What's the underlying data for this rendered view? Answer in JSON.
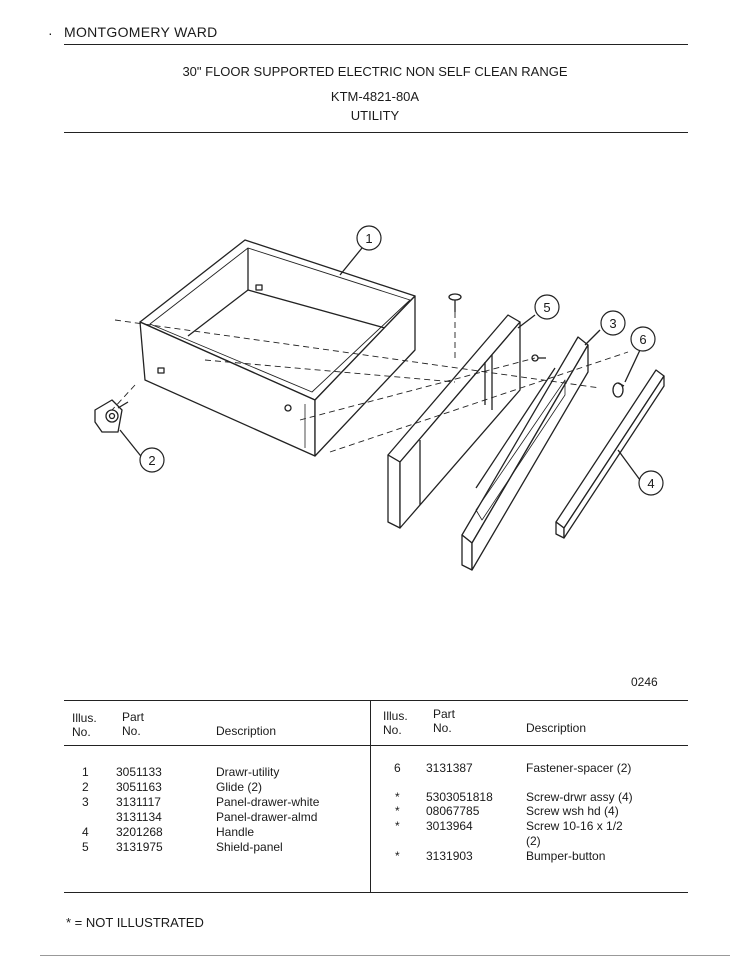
{
  "header": {
    "brand": "MONTGOMERY WARD",
    "title": "30\" FLOOR SUPPORTED ELECTRIC NON SELF CLEAN RANGE",
    "model": "KTM-4821-80A",
    "section": "UTILITY"
  },
  "diagram": {
    "callouts": [
      "1",
      "2",
      "3",
      "4",
      "5",
      "6"
    ],
    "code": "0246"
  },
  "table": {
    "left_headers": {
      "illus": "Illus.",
      "illus2": "No.",
      "part": "Part",
      "part2": "No.",
      "desc": "Description"
    },
    "right_headers": {
      "illus": "Illus.",
      "illus2": "No.",
      "part": "Part",
      "part2": "No.",
      "desc": "Description"
    },
    "left_rows": [
      {
        "illus": "1",
        "part": "3051133",
        "desc": "Drawr-utility"
      },
      {
        "illus": "2",
        "part": "3051163",
        "desc": "Glide (2)"
      },
      {
        "illus": "3",
        "part": "3131117",
        "desc": "Panel-drawer-white"
      },
      {
        "illus": "",
        "part": "3131134",
        "desc": "Panel-drawer-almd"
      },
      {
        "illus": "4",
        "part": "3201268",
        "desc": "Handle"
      },
      {
        "illus": "5",
        "part": "3131975",
        "desc": "Shield-panel"
      }
    ],
    "right_rows": [
      {
        "illus": "6",
        "part": "3131387",
        "desc": "Fastener-spacer (2)"
      },
      {
        "illus": "*",
        "part": "5303051818",
        "desc": "Screw-drwr assy (4)"
      },
      {
        "illus": "*",
        "part": "08067785",
        "desc": "Screw wsh hd (4)"
      },
      {
        "illus": "*",
        "part": "3013964",
        "desc": "Screw 10-16 x 1/2"
      },
      {
        "illus": "",
        "part": "",
        "desc": "(2)"
      },
      {
        "illus": "*",
        "part": "3131903",
        "desc": "Bumper-button"
      }
    ]
  },
  "footnote": "* = NOT ILLUSTRATED"
}
